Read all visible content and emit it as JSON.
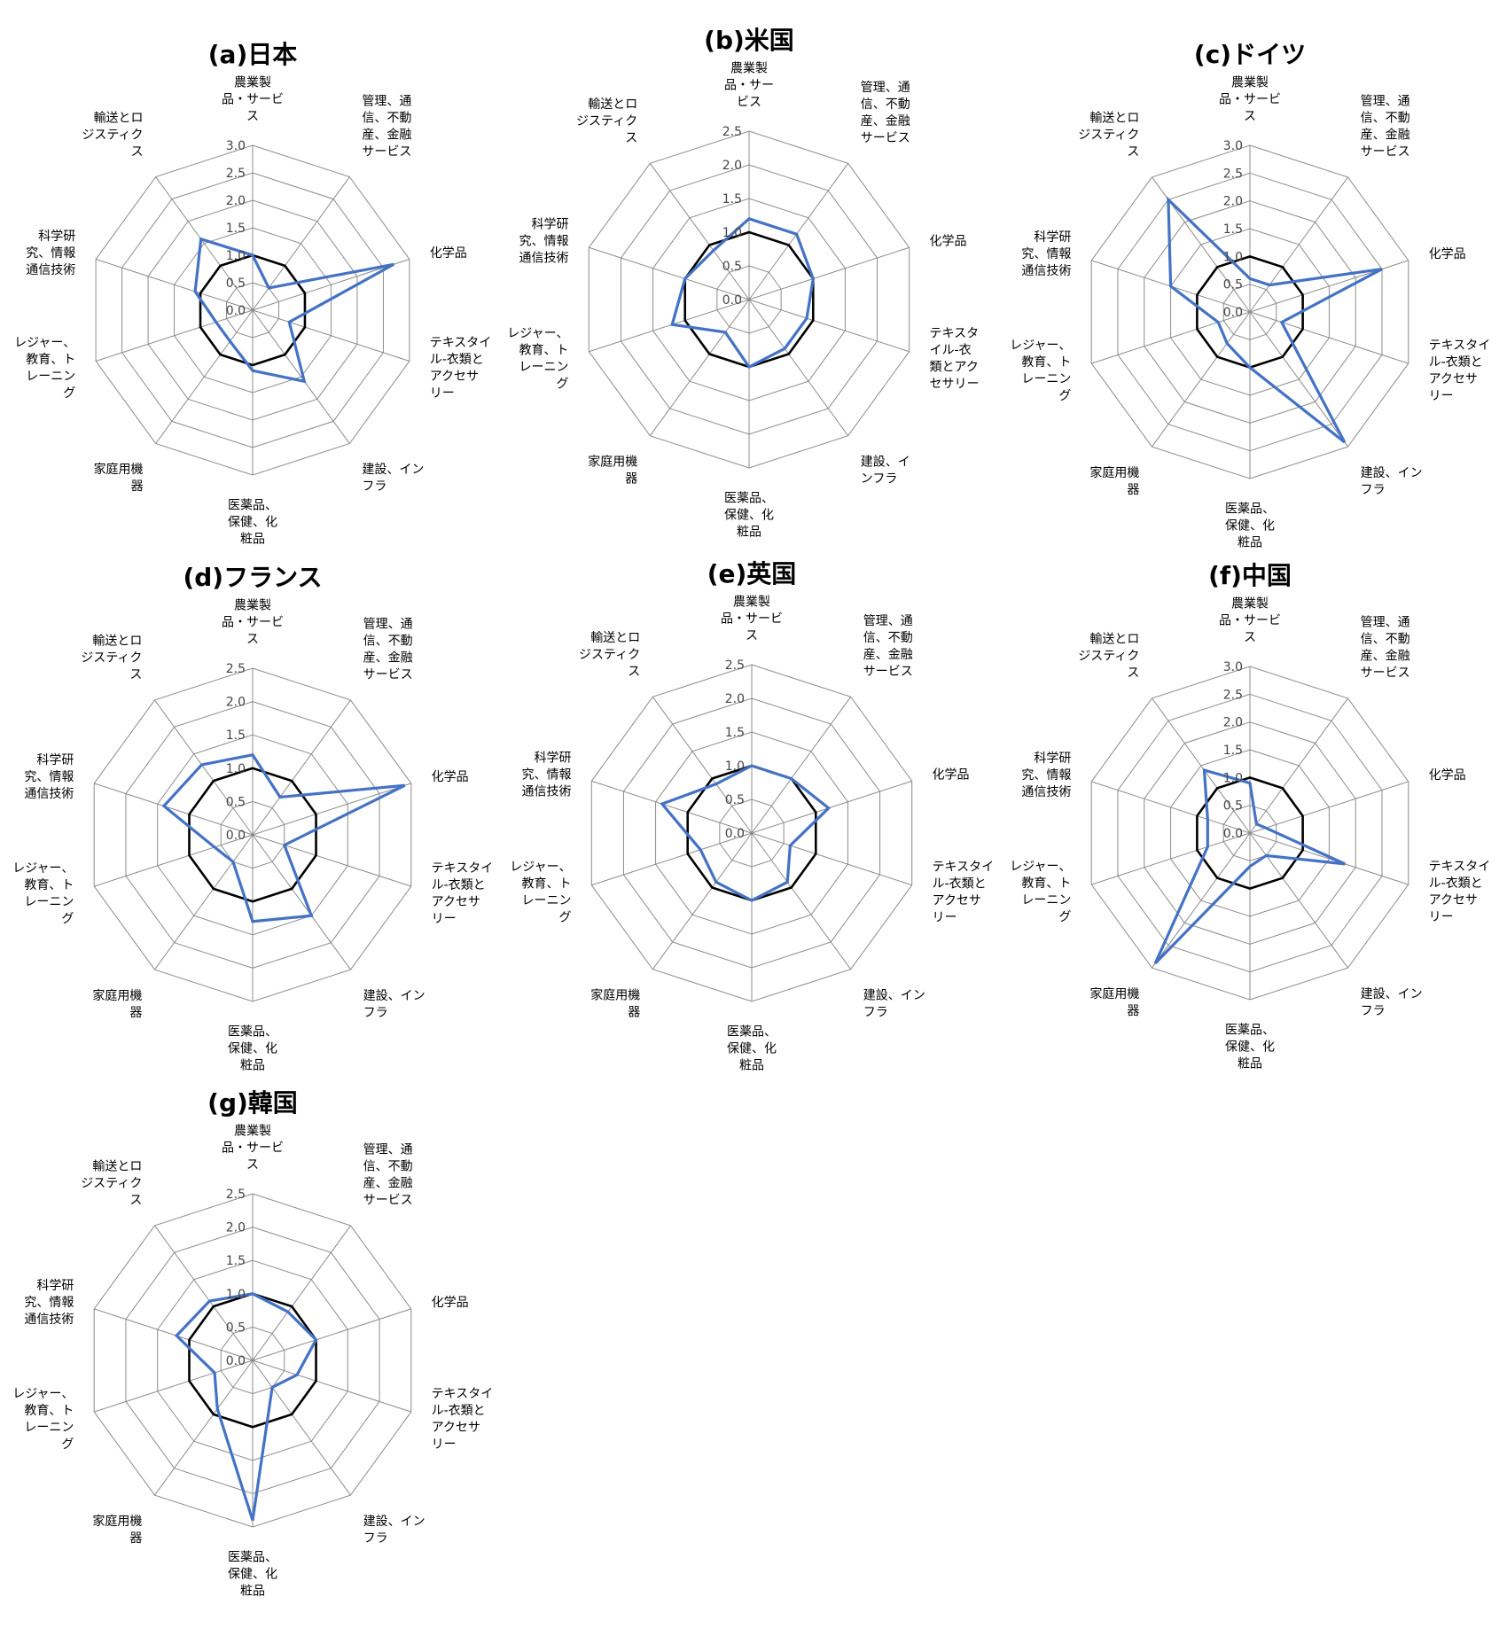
{
  "series_color": "#4472c4",
  "reference_color": "#000000",
  "chart_data": [
    {
      "type": "radar",
      "title": "(a)日本",
      "categories": [
        "農業製品・サービス",
        "管理、通信、不動産、金融サービス",
        "化学品",
        "テキスタイル-衣類とアクセサリー",
        "建設、インフラ",
        "医薬品、保健、化粧品",
        "家庭用機器",
        "レジャー、教育、トレーニング",
        "科学研究、情報通信技術",
        "輸送とロジスティクス"
      ],
      "label_lines": [
        [
          "農業製",
          "品・サービ",
          "ス"
        ],
        [
          "管理、通",
          "信、不動",
          "産、金融",
          "サービス"
        ],
        [
          "化学品"
        ],
        [
          "テキスタイ",
          "ル-衣類と",
          "アクセサ",
          "リー"
        ],
        [
          "建設、イン",
          "フラ"
        ],
        [
          "医薬品、",
          "保健、化",
          "粧品"
        ],
        [
          "家庭用機",
          "器"
        ],
        [
          "レジャー、",
          "教育、ト",
          "レーニン",
          "グ"
        ],
        [
          "科学研",
          "究、情報",
          "通信技術"
        ],
        [
          "輸送とロ",
          "ジスティク",
          "ス"
        ]
      ],
      "r_ticks": [
        "0.0",
        "0.5",
        "1.0",
        "1.5",
        "2.0",
        "2.5",
        "3.0"
      ],
      "rmax": 3.0,
      "reference": [
        1,
        1,
        1,
        1,
        1,
        1,
        1,
        1,
        1,
        1
      ],
      "values": [
        1.0,
        0.5,
        2.7,
        0.7,
        1.6,
        1.1,
        0.7,
        0.7,
        1.1,
        1.6
      ]
    },
    {
      "type": "radar",
      "title": "(b)米国",
      "categories": [
        "農業製品・サービス",
        "管理、通信、不動産、金融サービス",
        "化学品",
        "テキスタイル-衣類とアクセサリー",
        "建設、インフラ",
        "医薬品、保健、化粧品",
        "家庭用機器",
        "レジャー、教育、トレーニング",
        "科学研究、情報通信技術",
        "輸送とロジスティクス"
      ],
      "label_lines": [
        [
          "農業製",
          "品・サー",
          "ビス"
        ],
        [
          "管理、通",
          "信、不動",
          "産、金融",
          "サービス"
        ],
        [
          "化学品"
        ],
        [
          "テキスタ",
          "イル-衣",
          "類とアク",
          "セサリー"
        ],
        [
          "建設、イ",
          "ンフラ"
        ],
        [
          "医薬品、",
          "保健、化",
          "粧品"
        ],
        [
          "家庭用機",
          "器"
        ],
        [
          "レジャー、",
          "教育、ト",
          "レーニン",
          "グ"
        ],
        [
          "科学研",
          "究、情報",
          "通信技術"
        ],
        [
          "輸送とロ",
          "ジスティク",
          "ス"
        ]
      ],
      "r_ticks": [
        "0.0",
        "0.5",
        "1.0",
        "1.5",
        "2.0",
        "2.5"
      ],
      "rmax": 2.5,
      "reference": [
        1,
        1,
        1,
        1,
        1,
        1,
        1,
        1,
        1,
        1
      ],
      "values": [
        1.2,
        1.2,
        1.0,
        0.9,
        0.9,
        1.0,
        0.6,
        1.2,
        1.0,
        0.9
      ]
    },
    {
      "type": "radar",
      "title": "(c)ドイツ",
      "categories": [
        "農業製品・サービス",
        "管理、通信、不動産、金融サービス",
        "化学品",
        "テキスタイル-衣類とアクセサリー",
        "建設、インフラ",
        "医薬品、保健、化粧品",
        "家庭用機器",
        "レジャー、教育、トレーニング",
        "科学研究、情報通信技術",
        "輸送とロジスティクス"
      ],
      "label_lines": [
        [
          "農業製",
          "品・サービ",
          "ス"
        ],
        [
          "管理、通",
          "信、不動",
          "産、金融",
          "サービス"
        ],
        [
          "化学品"
        ],
        [
          "テキスタイ",
          "ル-衣類と",
          "アクセサ",
          "リー"
        ],
        [
          "建設、イン",
          "フラ"
        ],
        [
          "医薬品、",
          "保健、化",
          "粧品"
        ],
        [
          "家庭用機",
          "器"
        ],
        [
          "レジャー、",
          "教育、ト",
          "レーニン",
          "グ"
        ],
        [
          "科学研",
          "究、情報",
          "通信技術"
        ],
        [
          "輸送とロ",
          "ジスティク",
          "ス"
        ]
      ],
      "r_ticks": [
        "0.0",
        "0.5",
        "1.0",
        "1.5",
        "2.0",
        "2.5",
        "3.0"
      ],
      "rmax": 3.0,
      "reference": [
        1,
        1,
        1,
        1,
        1,
        1,
        1,
        1,
        1,
        1
      ],
      "values": [
        0.6,
        0.6,
        2.5,
        0.6,
        2.9,
        1.0,
        0.7,
        0.6,
        1.5,
        2.5
      ]
    },
    {
      "type": "radar",
      "title": "(d)フランス",
      "categories": [
        "農業製品・サービス",
        "管理、通信、不動産、金融サービス",
        "化学品",
        "テキスタイル-衣類とアクセサリー",
        "建設、インフラ",
        "医薬品、保健、化粧品",
        "家庭用機器",
        "レジャー、教育、トレーニング",
        "科学研究、情報通信技術",
        "輸送とロジスティクス"
      ],
      "label_lines": [
        [
          "農業製",
          "品・サービ",
          "ス"
        ],
        [
          "管理、通",
          "信、不動",
          "産、金融",
          "サービス"
        ],
        [
          "化学品"
        ],
        [
          "テキスタイ",
          "ル-衣類と",
          "アクセサ",
          "リー"
        ],
        [
          "建設、イン",
          "フラ"
        ],
        [
          "医薬品、",
          "保健、化",
          "粧品"
        ],
        [
          "家庭用機",
          "器"
        ],
        [
          "レジャー、",
          "教育、ト",
          "レーニン",
          "グ"
        ],
        [
          "科学研",
          "究、情報",
          "通信技術"
        ],
        [
          "輸送とロ",
          "ジスティク",
          "ス"
        ]
      ],
      "r_ticks": [
        "0.0",
        "0.5",
        "1.0",
        "1.5",
        "2.0",
        "2.5"
      ],
      "rmax": 2.5,
      "reference": [
        1,
        1,
        1,
        1,
        1,
        1,
        1,
        1,
        1,
        1
      ],
      "values": [
        1.2,
        0.7,
        2.4,
        0.5,
        1.5,
        1.3,
        0.5,
        0.6,
        1.4,
        1.3
      ]
    },
    {
      "type": "radar",
      "title": "(e)英国",
      "categories": [
        "農業製品・サービス",
        "管理、通信、不動産、金融サービス",
        "化学品",
        "テキスタイル-衣類とアクセサリー",
        "建設、インフラ",
        "医薬品、保健、化粧品",
        "家庭用機器",
        "レジャー、教育、トレーニング",
        "科学研究、情報通信技術",
        "輸送とロジスティクス"
      ],
      "label_lines": [
        [
          "農業製",
          "品・サービ",
          "ス"
        ],
        [
          "管理、通",
          "信、不動",
          "産、金融",
          "サービス"
        ],
        [
          "化学品"
        ],
        [
          "テキスタイ",
          "ル-衣類と",
          "アクセサ",
          "リー"
        ],
        [
          "建設、イン",
          "フラ"
        ],
        [
          "医薬品、",
          "保健、化",
          "粧品"
        ],
        [
          "家庭用機",
          "器"
        ],
        [
          "レジャー、",
          "教育、ト",
          "レーニン",
          "グ"
        ],
        [
          "科学研",
          "究、情報",
          "通信技術"
        ],
        [
          "輸送とロ",
          "ジスティク",
          "ス"
        ]
      ],
      "r_ticks": [
        "0.0",
        "0.5",
        "1.0",
        "1.5",
        "2.0",
        "2.5"
      ],
      "rmax": 2.5,
      "reference": [
        1,
        1,
        1,
        1,
        1,
        1,
        1,
        1,
        1,
        1
      ],
      "values": [
        1.0,
        1.0,
        1.2,
        0.6,
        0.9,
        1.0,
        0.9,
        0.8,
        1.4,
        0.9
      ]
    },
    {
      "type": "radar",
      "title": "(f)中国",
      "categories": [
        "農業製品・サービス",
        "管理、通信、不動産、金融サービス",
        "化学品",
        "テキスタイル-衣類とアクセサリー",
        "建設、インフラ",
        "医薬品、保健、化粧品",
        "家庭用機器",
        "レジャー、教育、トレーニング",
        "科学研究、情報通信技術",
        "輸送とロジスティクス"
      ],
      "label_lines": [
        [
          "農業製",
          "品・サービ",
          "ス"
        ],
        [
          "管理、通",
          "信、不動",
          "産、金融",
          "サービス"
        ],
        [
          "化学品"
        ],
        [
          "テキスタイ",
          "ル-衣類と",
          "アクセサ",
          "リー"
        ],
        [
          "建設、イン",
          "フラ"
        ],
        [
          "医薬品、",
          "保健、化",
          "粧品"
        ],
        [
          "家庭用機",
          "器"
        ],
        [
          "レジャー、",
          "教育、ト",
          "レーニン",
          "グ"
        ],
        [
          "科学研",
          "究、情報",
          "通信技術"
        ],
        [
          "輸送とロ",
          "ジスティク",
          "ス"
        ]
      ],
      "r_ticks": [
        "0.0",
        "0.5",
        "1.0",
        "1.5",
        "2.0",
        "2.5",
        "3.0"
      ],
      "rmax": 3.0,
      "reference": [
        1,
        1,
        1,
        1,
        1,
        1,
        1,
        1,
        1,
        1
      ],
      "values": [
        0.9,
        0.2,
        0.3,
        1.8,
        0.5,
        0.6,
        2.9,
        0.8,
        0.8,
        1.4
      ]
    },
    {
      "type": "radar",
      "title": "(g)韓国",
      "categories": [
        "農業製品・サービス",
        "管理、通信、不動産、金融サービス",
        "化学品",
        "テキスタイル-衣類とアクセサリー",
        "建設、インフラ",
        "医薬品、保健、化粧品",
        "家庭用機器",
        "レジャー、教育、トレーニング",
        "科学研究、情報通信技術",
        "輸送とロジスティクス"
      ],
      "label_lines": [
        [
          "農業製",
          "品・サービ",
          "ス"
        ],
        [
          "管理、通",
          "信、不動",
          "産、金融",
          "サービス"
        ],
        [
          "化学品"
        ],
        [
          "テキスタイ",
          "ル-衣類と",
          "アクセサ",
          "リー"
        ],
        [
          "建設、イン",
          "フラ"
        ],
        [
          "医薬品、",
          "保健、化",
          "粧品"
        ],
        [
          "家庭用機",
          "器"
        ],
        [
          "レジャー、",
          "教育、ト",
          "レーニン",
          "グ"
        ],
        [
          "科学研",
          "究、情報",
          "通信技術"
        ],
        [
          "輸送とロ",
          "ジスティク",
          "ス"
        ]
      ],
      "r_ticks": [
        "0.0",
        "0.5",
        "1.0",
        "1.5",
        "2.0",
        "2.5"
      ],
      "rmax": 2.5,
      "reference": [
        1,
        1,
        1,
        1,
        1,
        1,
        1,
        1,
        1,
        1
      ],
      "values": [
        1.0,
        0.9,
        1.0,
        0.7,
        0.5,
        2.4,
        0.9,
        0.6,
        1.2,
        1.1
      ]
    }
  ]
}
